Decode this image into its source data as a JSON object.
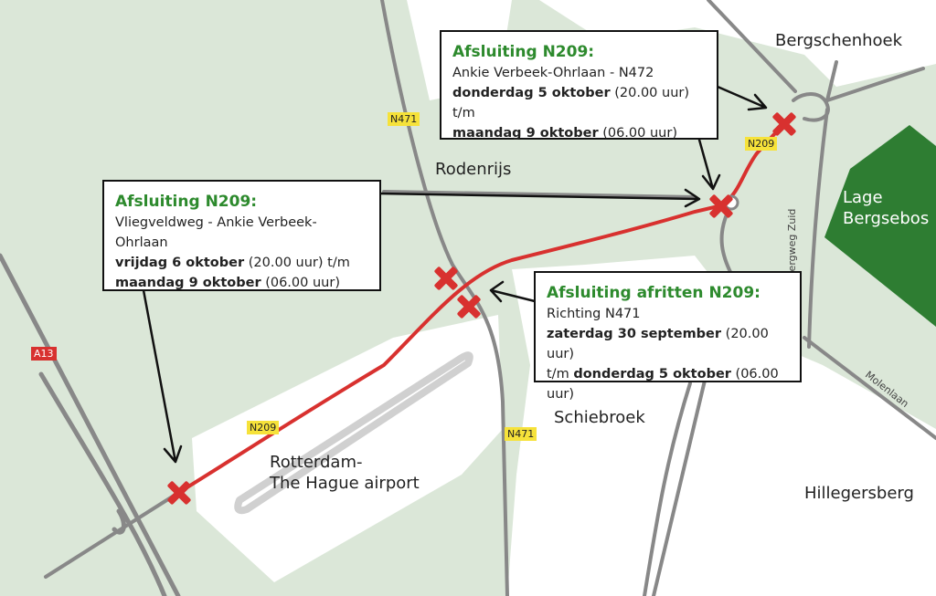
{
  "places": {
    "bergschenhoek": "Bergschenhoek",
    "rodenrijs": "Rodenrijs",
    "lage_bergsebos": "Lage\nBergsebos",
    "schiebroek": "Schiebroek",
    "airport": "Rotterdam-\nThe Hague airport",
    "hillegersberg": "Hillegersberg"
  },
  "roads": {
    "n471_top": "N471",
    "n471_bottom": "N471",
    "n209_main": "N209",
    "n209_north": "N209",
    "a13": "A13",
    "bergweg_zuid": "Bergweg Zuid",
    "molenlaan": "Molenlaan"
  },
  "box_north": {
    "title": "Afsluiting N209:",
    "segment": "Ankie Verbeek-Ohrlaan - N472",
    "start_day": "donderdag 5 oktober",
    "start_time": " (20.00 uur) t/m",
    "end_day": "maandag 9 oktober",
    "end_time": " (06.00 uur)"
  },
  "box_west": {
    "title": "Afsluiting N209:",
    "segment": "Vliegveldweg - Ankie Verbeek-Ohrlaan",
    "start_day": "vrijdag 6 oktober",
    "start_time": " (20.00 uur) t/m",
    "end_day": "maandag 9 oktober",
    "end_time": " (06.00 uur)"
  },
  "box_exits": {
    "title": "Afsluiting afritten N209:",
    "direction": "Richting N471",
    "start_day": "zaterdag 30 september",
    "start_time": " (20.00 uur)",
    "end_prefix": "t/m ",
    "end_day": "donderdag 5 oktober",
    "end_time": " (06.00 uur)"
  },
  "colors": {
    "background": "#dbe7d8",
    "urban": "#ffffff",
    "forest": "#2e7d32",
    "closed_road": "#d8312f",
    "title_green": "#2d8a2d",
    "shield_yellow": "#f6e23a",
    "shield_red": "#d8312f"
  }
}
